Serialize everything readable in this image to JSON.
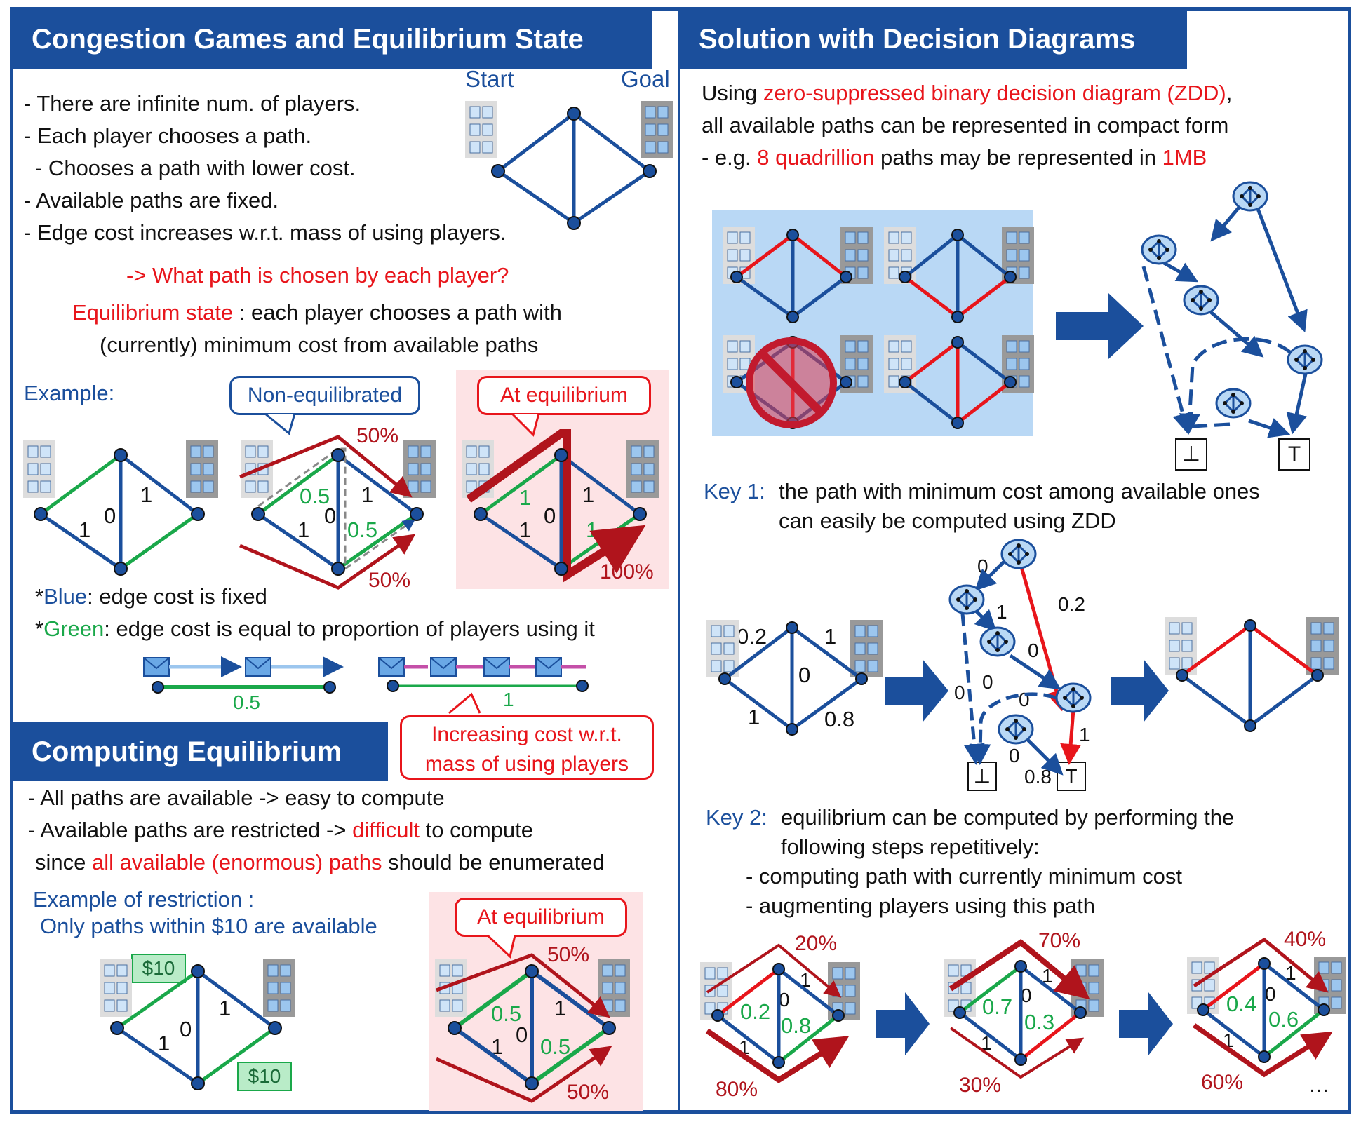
{
  "left_top": {
    "title": "Congestion Games and Equilibrium State",
    "start_label": "Start",
    "goal_label": "Goal",
    "bullets": [
      "- There are infinite num. of players.",
      "- Each player chooses a path.",
      "- Chooses a path with lower cost.",
      "- Available paths are fixed.",
      "- Edge cost increases w.r.t. mass of using players."
    ],
    "question": "-> What path is chosen by each player?",
    "eq_term": "Equilibrium state",
    "eq_def_1": " : each player chooses a path with",
    "eq_def_2": "(currently) minimum cost from available paths",
    "example_label": "Example:",
    "non_eq_callout": "Non-equilibrated",
    "at_eq_callout": "At equilibrium",
    "ex1_labels": [
      "1",
      "0",
      "1"
    ],
    "ex2_labels": [
      "0.5",
      "1",
      "0",
      "1",
      "0.5"
    ],
    "ex2_pcts": [
      "50%",
      "50%"
    ],
    "ex3_labels": [
      "1",
      "1",
      "0",
      "1",
      "1"
    ],
    "ex3_pct": "100%",
    "blue_word": "Blue",
    "blue_note": ": edge cost is fixed",
    "green_word": "Green",
    "green_note": ": edge cost is equal to proportion of players using it",
    "star": "*",
    "edge_small_val": "0.5",
    "edge_big_val": "1",
    "increasing_callout_1": "Increasing cost w.r.t.",
    "increasing_callout_2": "mass of using players"
  },
  "left_bottom": {
    "title": "Computing Equilibrium",
    "bullet1": "- All paths are available -> easy to compute",
    "bullet2_a": "- Available paths are restricted -> ",
    "bullet2_red": "difficult",
    "bullet2_b": " to compute",
    "bullet3_a": "since ",
    "bullet3_red": "all available (enormous) paths",
    "bullet3_b": " should be enumerated",
    "restriction_1": "Example of restriction :",
    "restriction_2": "Only paths within $10 are available",
    "price_tag": "$10",
    "g1_labels": [
      "1",
      "0",
      "1"
    ],
    "at_eq_callout": "At equilibrium",
    "g2_labels": [
      "0.5",
      "1",
      "0",
      "1",
      "0.5"
    ],
    "g2_pcts": [
      "50%",
      "50%"
    ]
  },
  "right": {
    "title": "Solution with Decision Diagrams",
    "intro_1a": "Using ",
    "intro_1red": "zero-suppressed binary decision diagram (ZDD)",
    "intro_1b": ",",
    "intro_2": "all available paths can be represented in compact form",
    "intro_3a": "- e.g. ",
    "intro_3red": "8 quadrillion",
    "intro_3b": " paths may be represented in ",
    "intro_3red2": "1MB",
    "bottom_sym": "⊥",
    "top_sym": "T",
    "key1_label": "Key 1:",
    "key1_text_1": "the path with minimum cost among available ones",
    "key1_text_2": "can easily be computed using ZDD",
    "k1_graph_labels": [
      "0.2",
      "1",
      "0",
      "1",
      "0.8"
    ],
    "k1_zdd_labels": [
      "0",
      "1",
      "0.2",
      "0",
      "0",
      "0",
      "0",
      "1",
      "0",
      "0.8"
    ],
    "key2_label": "Key 2:",
    "key2_text_1": "equilibrium can be computed by performing the",
    "key2_text_2": "following steps repetitively:",
    "key2_text_3": "- computing path with currently minimum cost",
    "key2_text_4": "- augmenting players using this path",
    "steps": [
      {
        "top_pct": "20%",
        "bot_pct": "80%",
        "a": "0.2",
        "b": "0.8"
      },
      {
        "top_pct": "70%",
        "bot_pct": "30%",
        "a": "0.7",
        "b": "0.3"
      },
      {
        "top_pct": "40%",
        "bot_pct": "60%",
        "a": "0.4",
        "b": "0.6"
      }
    ],
    "step_fixed": [
      "1",
      "0",
      "1"
    ],
    "ellipsis": "…"
  },
  "colors": {
    "blue": "#1b4f9c",
    "red": "#e8151b",
    "dark_red": "#b0141c",
    "green": "#1aa84a",
    "pink_bg": "#fde3e5",
    "light_blue_bg": "#b9d8f5"
  }
}
